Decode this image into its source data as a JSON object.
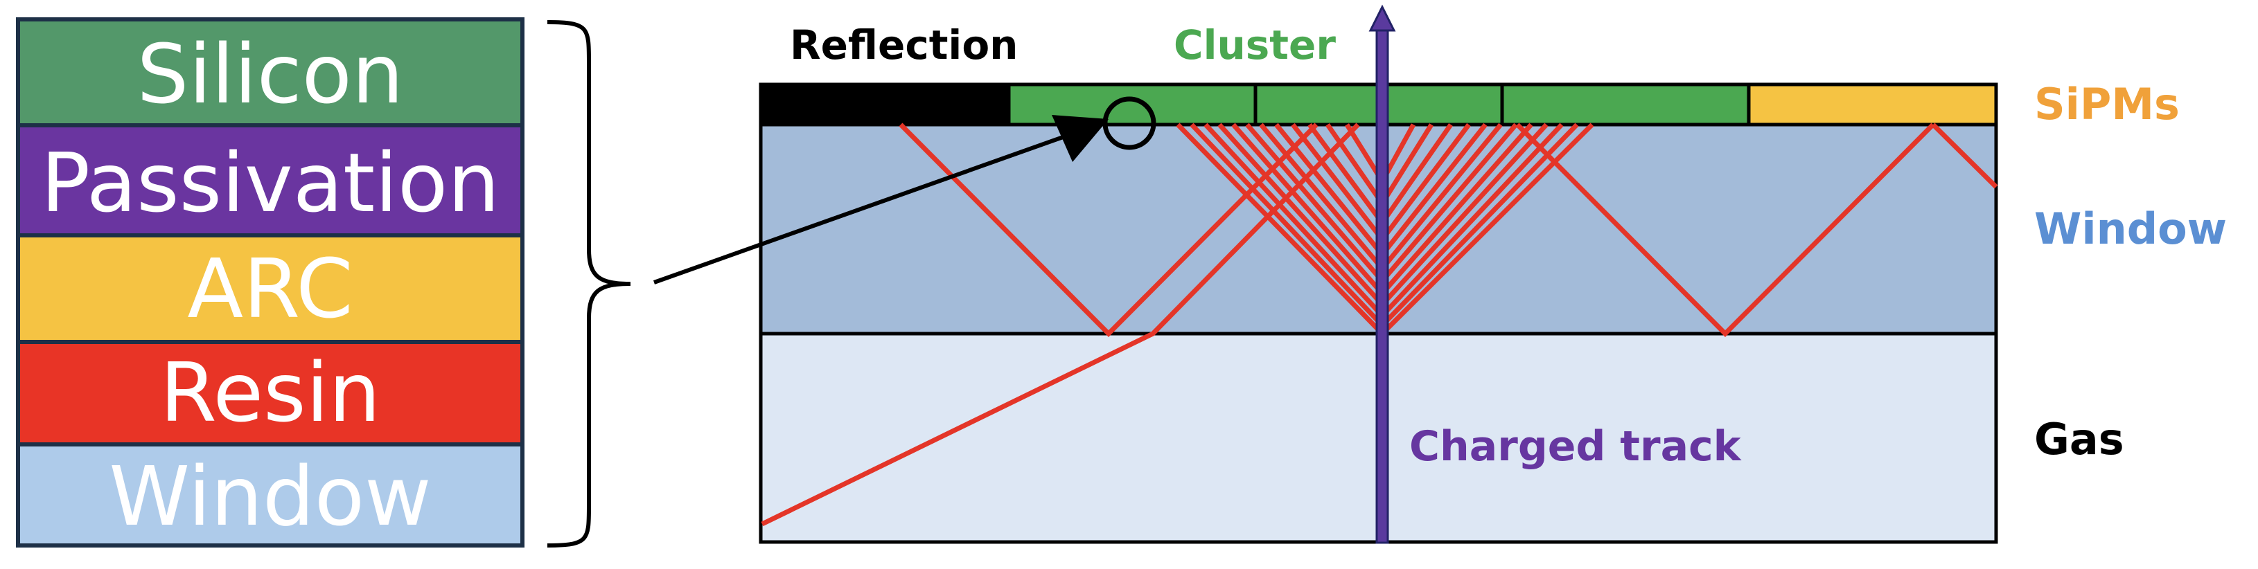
{
  "stack": {
    "layers": [
      {
        "label": "Silicon",
        "color": "#53986a"
      },
      {
        "label": "Passivation",
        "color": "#6a35a0"
      },
      {
        "label": "ARC",
        "color": "#f5c343"
      },
      {
        "label": "Resin",
        "color": "#e83426"
      },
      {
        "label": "Window",
        "color": "#aecbea"
      }
    ],
    "border_color": "#1d3047"
  },
  "labels": {
    "reflection": "Reflection",
    "cluster": "Cluster",
    "sipms": "SiPMs",
    "window": "Window",
    "gas": "Gas",
    "charged_track": "Charged track"
  },
  "colors": {
    "reflection_bar": "#000000",
    "sipm_active": "#4ba851",
    "sipm_other": "#f5c343",
    "window_region": "#a3bbd9",
    "gas_region": "#dde7f4",
    "photon_rays": "#e43528",
    "track": "#5a3a9e",
    "cluster_label": "#4ba851",
    "sipms_label": "#f0a13a",
    "window_label": "#5b8fd3",
    "gas_label": "#000000",
    "track_label": "#6636a0"
  }
}
